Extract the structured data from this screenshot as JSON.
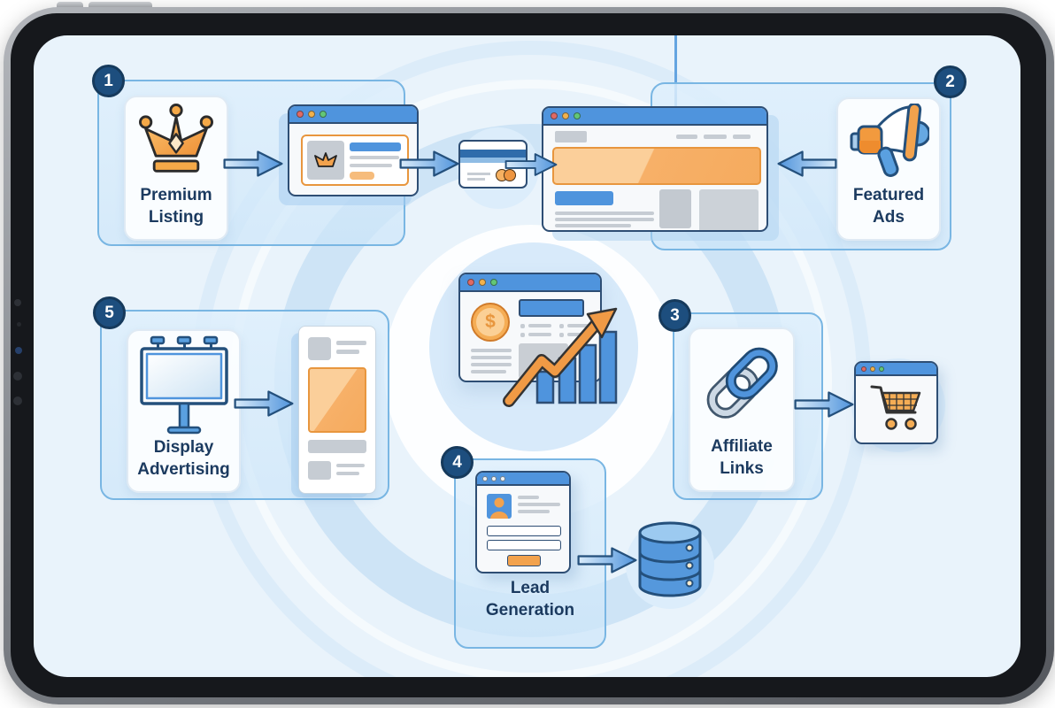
{
  "palette": {
    "screen_bg": "#e9f3fb",
    "accent_blue": "#4f94dd",
    "accent_orange": "#f2a24d",
    "outline_navy": "#2e4e74",
    "badge_navy": "#1d4e7e",
    "label_navy": "#1b3a5f",
    "panel_border": "#79b6e3"
  },
  "steps": [
    {
      "number": "1",
      "label": [
        "Premium",
        "Listing"
      ],
      "icon": "crown-icon",
      "flow": [
        "listing-window-icon",
        "payment-card-icon",
        "featured-banner-window-icon"
      ]
    },
    {
      "number": "2",
      "label": [
        "Featured",
        "Ads"
      ],
      "icon": "megaphone-icon",
      "flow": [
        "featured-banner-window-icon"
      ]
    },
    {
      "number": "3",
      "label": [
        "Affiliate",
        "Links"
      ],
      "icon": "chain-link-icon",
      "flow": [
        "shopping-cart-window-icon"
      ]
    },
    {
      "number": "4",
      "label": [
        "Lead",
        "Generation"
      ],
      "icon": "lead-form-window-icon",
      "flow": [
        "database-icon"
      ]
    },
    {
      "number": "5",
      "label": [
        "Display",
        "Advertising"
      ],
      "icon": "billboard-icon",
      "flow": [
        "ad-slot-page-icon"
      ]
    }
  ],
  "center": {
    "icon": "revenue-growth-window-icon",
    "dollar_symbol": "$"
  }
}
